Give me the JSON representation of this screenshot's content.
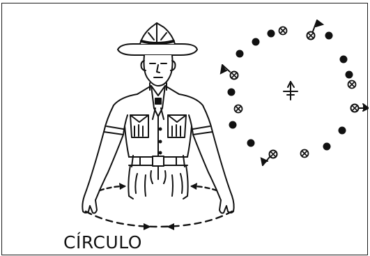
{
  "figure": {
    "caption": "CÍRCULO"
  },
  "icons": {
    "scout_figure": "scout-leader-figure",
    "formation": "circle-formation-diagram",
    "leader_marker": "leader-marker",
    "patrol_flag": "patrol-flag",
    "scout_marker": "scout-marker"
  },
  "colors": {
    "ink": "#111111",
    "background": "#ffffff"
  }
}
